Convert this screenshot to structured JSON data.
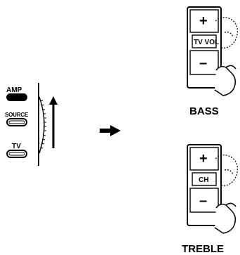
{
  "selector": {
    "amp_label": "AMP",
    "source_label": "SOURCE",
    "tv_label": "TV"
  },
  "bass_panel": {
    "plus": "+",
    "key_label": "TV VOL",
    "minus": "–",
    "caption": "BASS"
  },
  "treble_panel": {
    "plus": "+",
    "key_label": "CH",
    "minus": "–",
    "caption": "TREBLE"
  }
}
